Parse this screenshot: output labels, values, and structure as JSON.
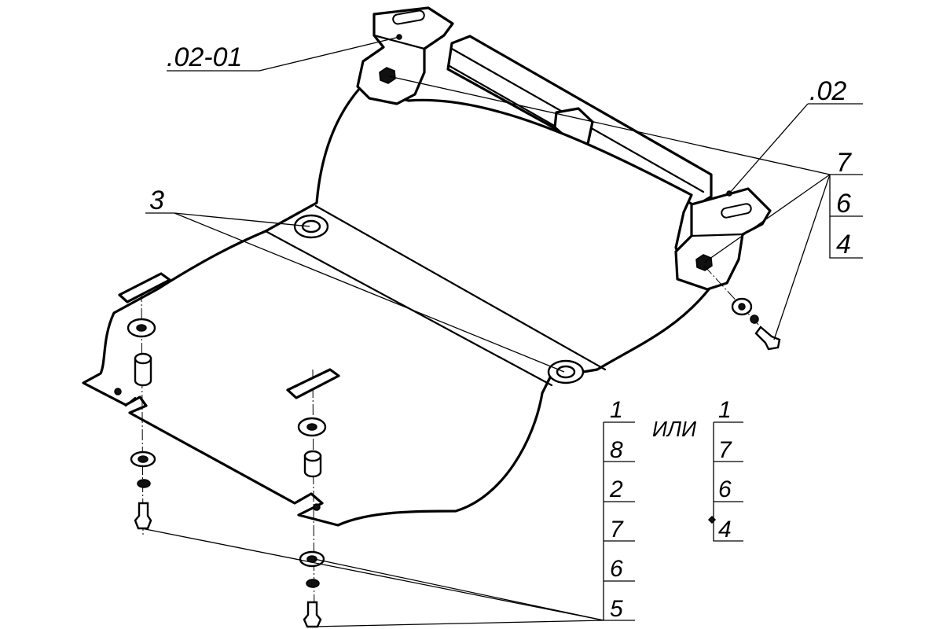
{
  "callouts": {
    "bracket_left_ref": ".02-01",
    "bracket_right_ref": ".02",
    "item_3": "3",
    "alternative_word": "ИЛИ"
  },
  "stack_top_right": [
    "7",
    "6",
    "4"
  ],
  "stack_bottom_main": [
    "1",
    "8",
    "2",
    "7",
    "6",
    "5"
  ],
  "stack_bottom_alt": [
    "1",
    "7",
    "6",
    "4"
  ]
}
